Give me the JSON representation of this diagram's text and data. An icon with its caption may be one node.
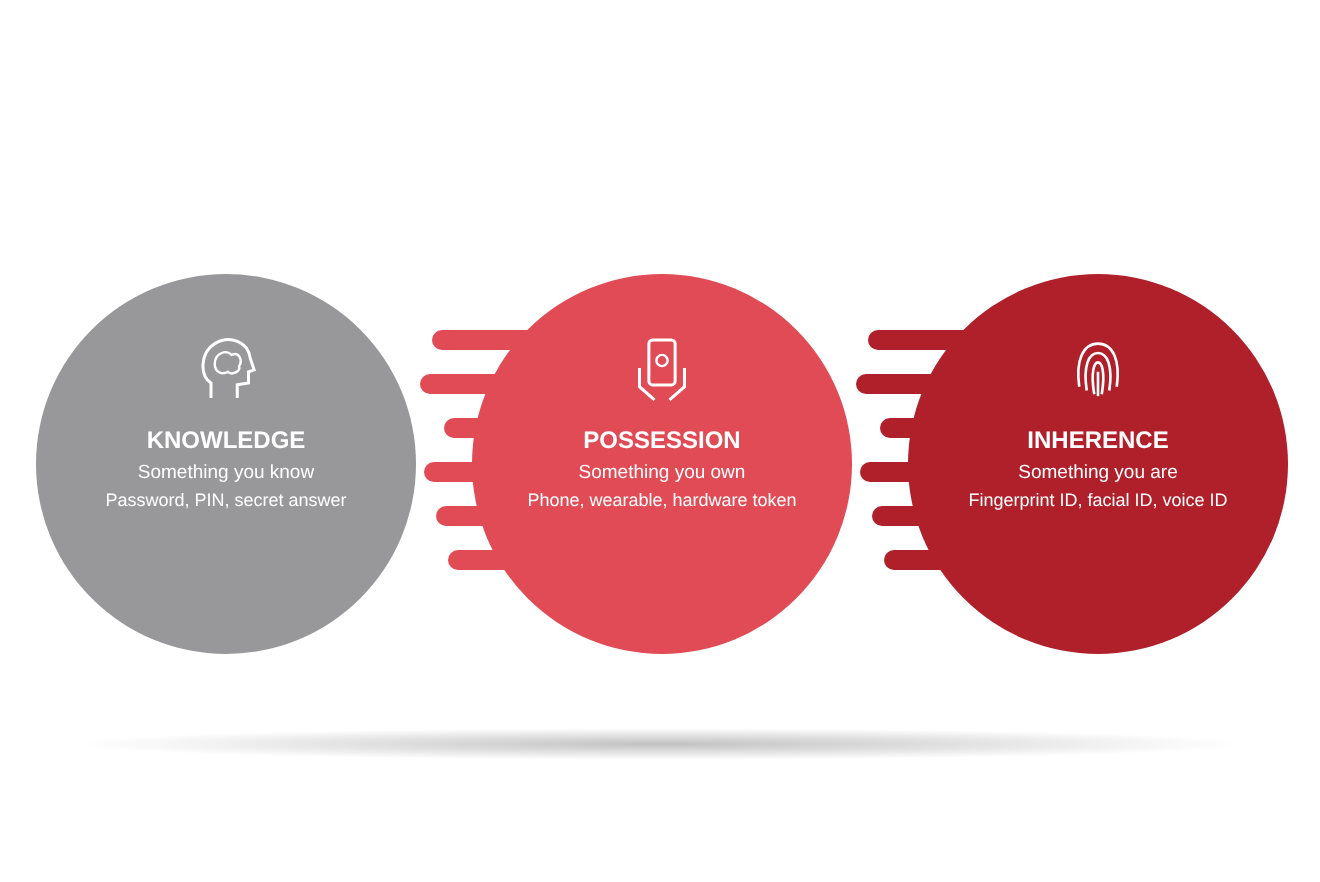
{
  "diagram": {
    "nodes": [
      {
        "text": [
          "KNOWLEDGE",
          "Something you know",
          "Password, PIN, secret answer"
        ]
      },
      {
        "text": [
          "POSSESSION",
          "Something you own",
          "Phone, wearable, hardware token"
        ]
      },
      {
        "text": [
          "INHERENCE",
          "Something you are",
          "Fingerprint ID, facial ID, voice ID"
        ]
      }
    ]
  }
}
